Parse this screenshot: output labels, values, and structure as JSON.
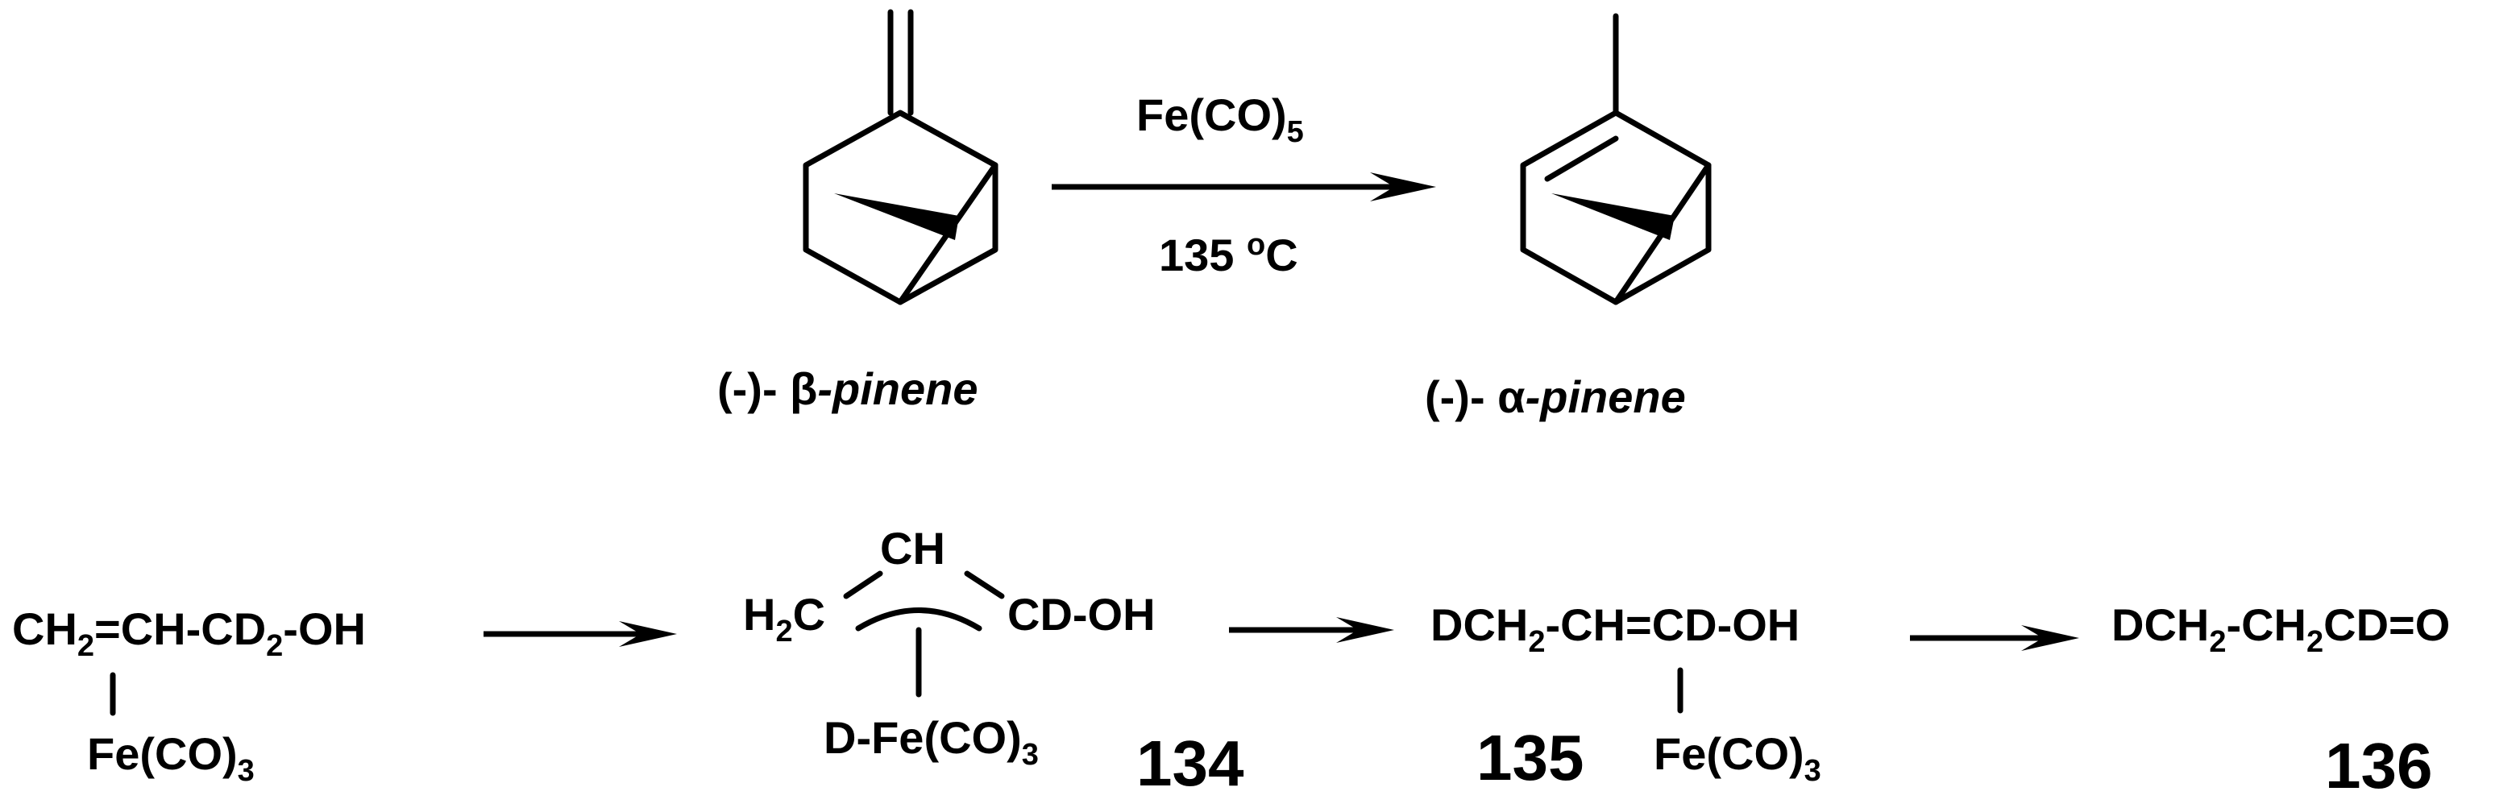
{
  "scheme": {
    "top": {
      "reactant_label": {
        "prefix": "(-)- ",
        "greek": "β",
        "name": "-pinene"
      },
      "product_label": {
        "prefix": "(-)- ",
        "greek": "α",
        "name": "-pinene"
      },
      "reagent": {
        "main": "Fe(CO)",
        "sub": "5"
      },
      "condition": {
        "value": "135 ",
        "degree": "o",
        "unit": "C"
      }
    },
    "bottom": {
      "s1": {
        "part_a": "CH",
        "sub_a": "2",
        "part_b": "=CH-CD",
        "sub_b": "2",
        "part_c": "-OH",
        "metal": "Fe(CO)",
        "metal_sub": "3"
      },
      "s2": {
        "ch": "CH",
        "h2c_a": "H",
        "h2c_sub": "2",
        "h2c_b": "C",
        "cd_oh": "CD-OH",
        "metal": "D-Fe(CO)",
        "metal_sub": "3",
        "number": "134"
      },
      "s3": {
        "part_a": "DCH",
        "sub_a": "2",
        "part_b": "-CH=CD-OH",
        "metal": "Fe(CO)",
        "metal_sub": "3",
        "number": "135"
      },
      "s4": {
        "part_a": "DCH",
        "sub_a": "2",
        "part_b": "-CH",
        "sub_b": "2",
        "part_c": "CD=O",
        "number": "136"
      }
    }
  }
}
